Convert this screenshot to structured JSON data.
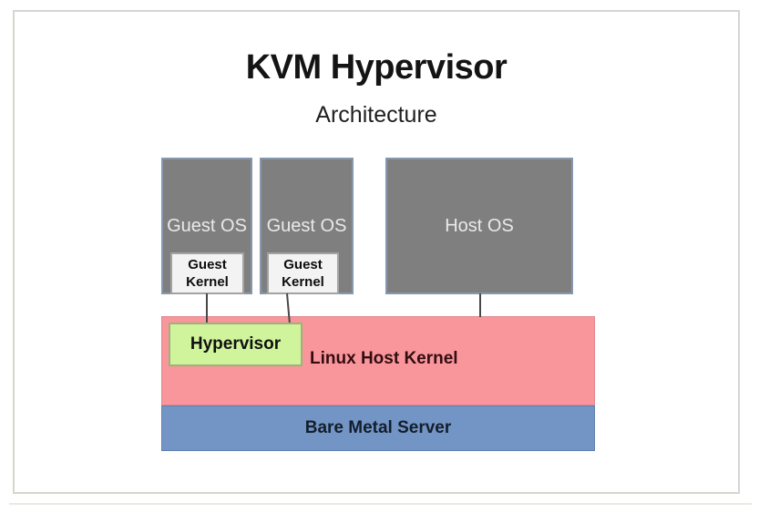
{
  "header": {
    "title": "KVM Hypervisor",
    "subtitle": "Architecture"
  },
  "boxes": {
    "guest_os_1": {
      "label": "Guest OS"
    },
    "guest_os_2": {
      "label": "Guest OS"
    },
    "host_os": {
      "label": "Host OS"
    },
    "guest_kernel_1": {
      "line1": "Guest",
      "line2": "Kernel"
    },
    "guest_kernel_2": {
      "line1": "Guest",
      "line2": "Kernel"
    },
    "hypervisor": {
      "label": "Hypervisor"
    },
    "linux_host_kernel": {
      "label": "Linux Host Kernel"
    },
    "bare_metal_server": {
      "label": "Bare Metal Server"
    }
  },
  "colors": {
    "os_box_fill": "#7f7f7f",
    "os_box_border": "#8798ae",
    "os_label_text": "#e9e9e9",
    "kernel_box_fill": "#f3f3f3",
    "kernel_box_border": "#a3a3a3",
    "hypervisor_fill": "#cff49c",
    "hypervisor_border": "#9db377",
    "linux_host_kernel_fill": "#f8969c",
    "bare_metal_server_fill": "#7295c6",
    "connector_line": "#484848",
    "frame_border": "#d6d5d0"
  }
}
